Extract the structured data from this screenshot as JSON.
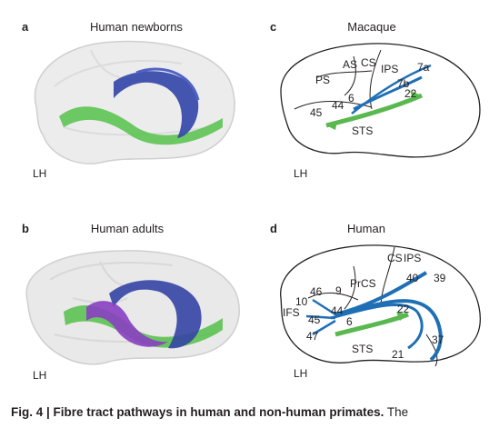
{
  "panels": {
    "a": {
      "letter": "a",
      "title": "Human newborns",
      "hemisphere": "LH"
    },
    "b": {
      "letter": "b",
      "title": "Human adults",
      "hemisphere": "LH"
    },
    "c": {
      "letter": "c",
      "title": "Macaque",
      "hemisphere": "LH",
      "labels": [
        "PS",
        "AS",
        "CS",
        "IPS",
        "7a",
        "7b",
        "22",
        "6",
        "44",
        "45",
        "STS"
      ]
    },
    "d": {
      "letter": "d",
      "title": "Human",
      "hemisphere": "LH",
      "labels": [
        "CS",
        "IPS",
        "PrCS",
        "40",
        "39",
        "9",
        "46",
        "10",
        "IFS",
        "44",
        "45",
        "47",
        "6",
        "22",
        "STS",
        "37",
        "21"
      ]
    }
  },
  "caption": {
    "fig": "Fig. 4 |",
    "title": "Fibre tract pathways in human and non-human primates.",
    "continuation": "The"
  },
  "colors": {
    "dorsal": "#1f6fb5",
    "ventral": "#59b84e",
    "purple": "#8a3fc2",
    "brain": "#e8e8e8"
  }
}
